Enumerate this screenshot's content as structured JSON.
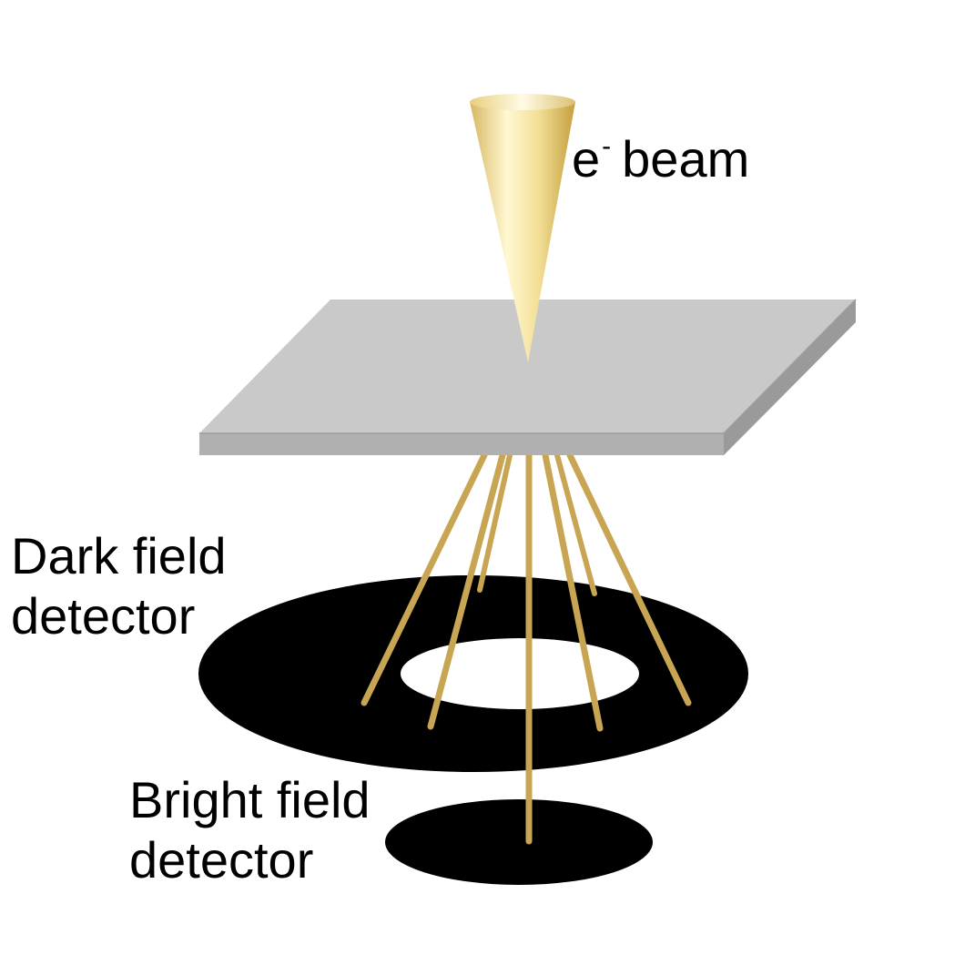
{
  "labels": {
    "beam": {
      "symbol": "e",
      "superscript": "-",
      "text": "beam"
    },
    "dark_field_detector": {
      "line1": "Dark field",
      "line2": "detector"
    },
    "bright_field_detector": {
      "line1": "Bright field",
      "line2": "detector"
    }
  },
  "colors": {
    "beam_light": "#fff6c8",
    "beam_mid": "#e9d27a",
    "beam_dark": "#c9a646",
    "ray": "#c8a552",
    "specimen_top": "#c9c9c9",
    "specimen_side": "#a9a9a9",
    "detector": "#000000",
    "background": "#ffffff"
  }
}
